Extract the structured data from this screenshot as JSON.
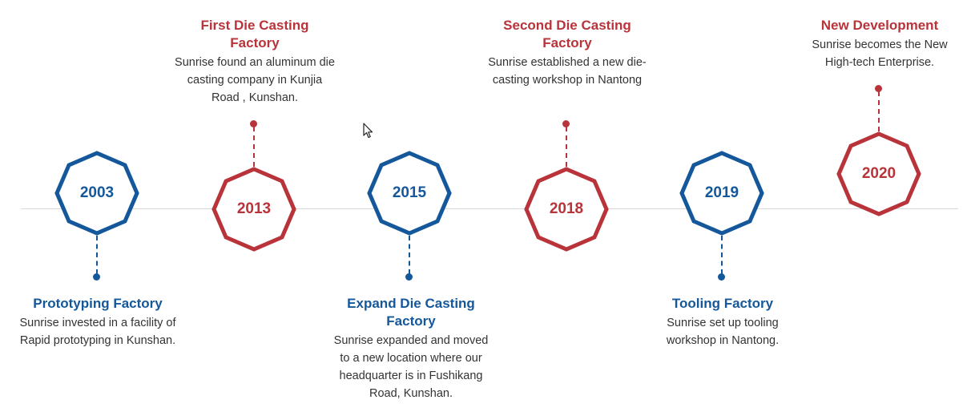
{
  "timeline": {
    "milestones": [
      {
        "year": "2003",
        "title": "Prototyping Factory",
        "description": "Sunrise invested in a facility of Rapid prototyping in Kunshan.",
        "color": "#14589b"
      },
      {
        "year": "2013",
        "title": "First Die Casting Factory",
        "description": "Sunrise found an aluminum die casting company in Kunjia Road , Kunshan.",
        "color": "#b8333a"
      },
      {
        "year": "2015",
        "title": "Expand Die Casting Factory",
        "description": "Sunrise expanded and moved to a new location where our headquarter is in Fushikang Road, Kunshan.",
        "color": "#14589b"
      },
      {
        "year": "2018",
        "title": "Second Die Casting Factory",
        "description": "Sunrise established a new die-casting workshop in Nantong",
        "color": "#b8333a"
      },
      {
        "year": "2019",
        "title": "Tooling Factory",
        "description": "Sunrise set up tooling workshop in Nantong.",
        "color": "#14589b"
      },
      {
        "year": "2020",
        "title": "New Development",
        "description": "Sunrise becomes the New High-tech Enterprise.",
        "color": "#b8333a"
      }
    ]
  }
}
